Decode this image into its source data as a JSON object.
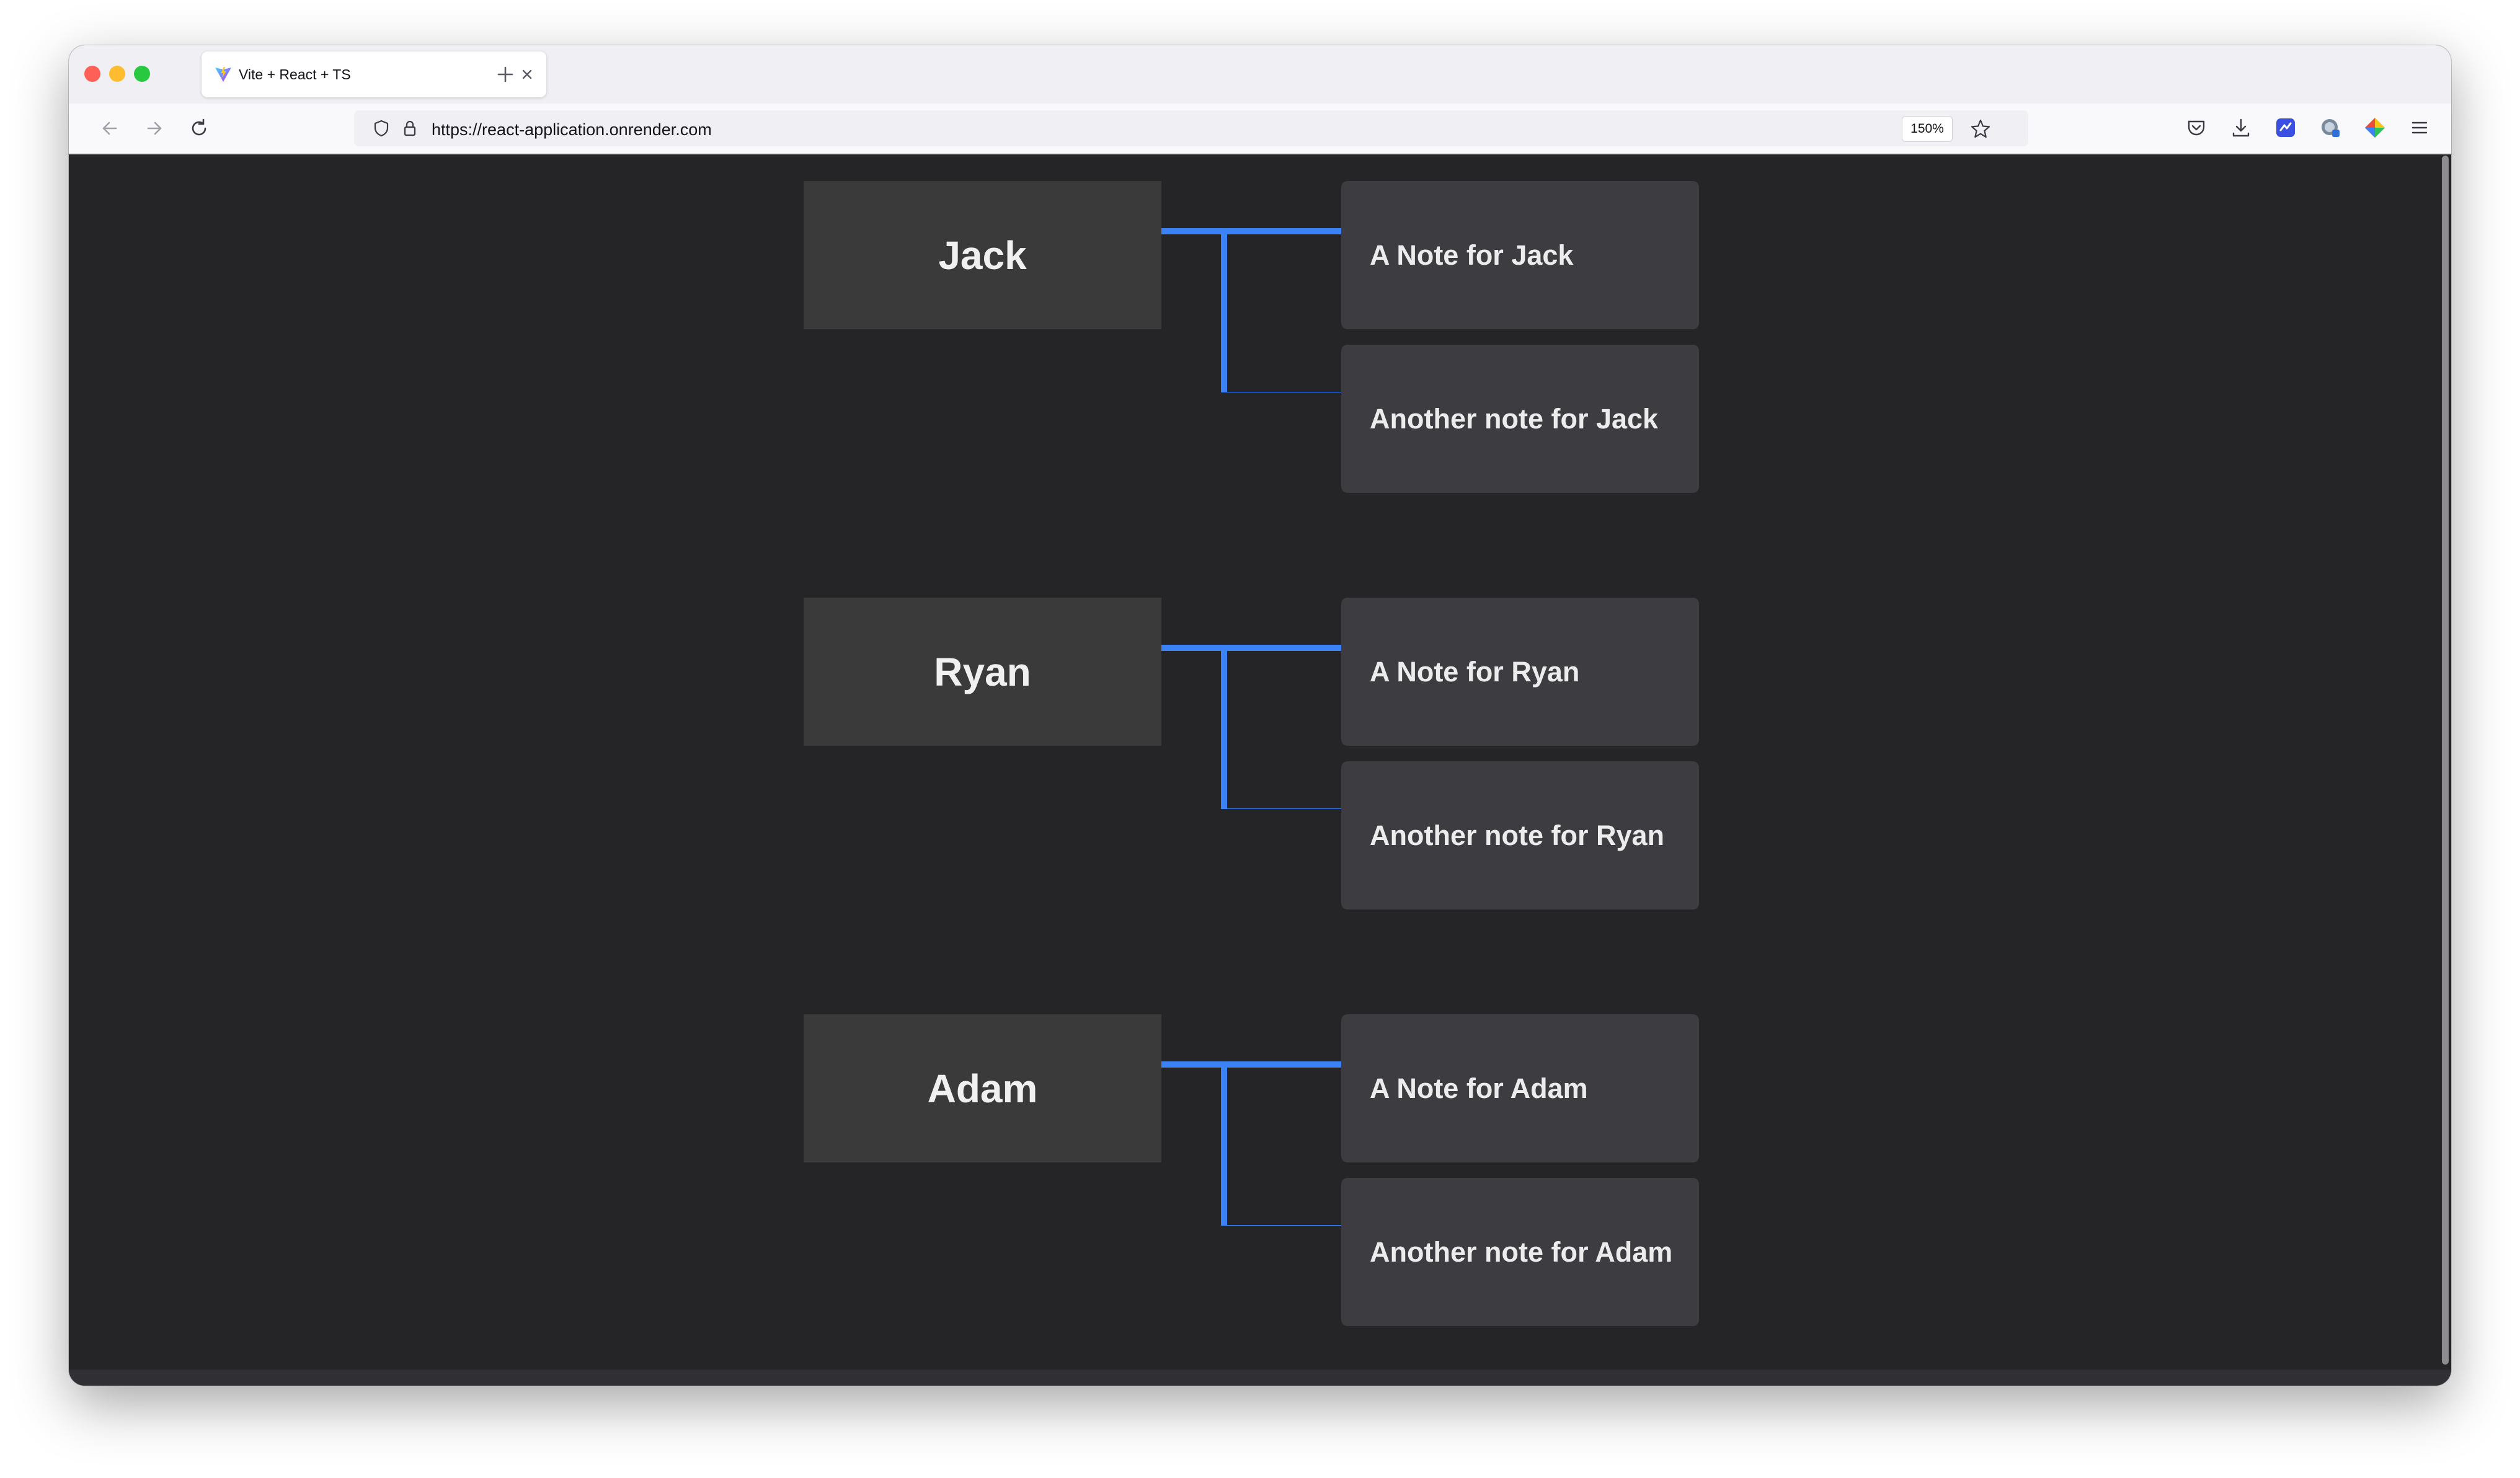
{
  "browser": {
    "tab": {
      "title": "Vite + React + TS"
    },
    "url": "https://react-application.onrender.com",
    "zoom": "150%"
  },
  "groups": [
    {
      "person": "Jack",
      "notes": [
        "A Note for Jack",
        "Another note for Jack"
      ]
    },
    {
      "person": "Ryan",
      "notes": [
        "A Note for Ryan",
        "Another note for Ryan"
      ]
    },
    {
      "person": "Adam",
      "notes": [
        "A Note for Adam",
        "Another note for Adam"
      ]
    }
  ],
  "colors": {
    "connector": "#3b82f6",
    "page_background": "#252527",
    "person_card": "#3a3a3a",
    "note_card": "#3d3d41"
  }
}
